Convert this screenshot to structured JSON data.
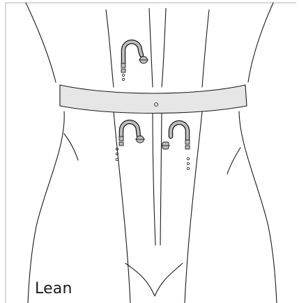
{
  "caption": "Lean",
  "colors": {
    "background": "#ffffff",
    "outline": "#1a1a1a",
    "belt_fill": "#e6e6e6",
    "device_fill": "#bdbdbd",
    "frame_border": "#b0b0b0"
  },
  "figure": {
    "subject": "lean-torso-front-view",
    "belt": "waist-belt",
    "hook_devices": [
      "upper-center-hook",
      "lower-left-hook",
      "lower-right-hook"
    ]
  }
}
